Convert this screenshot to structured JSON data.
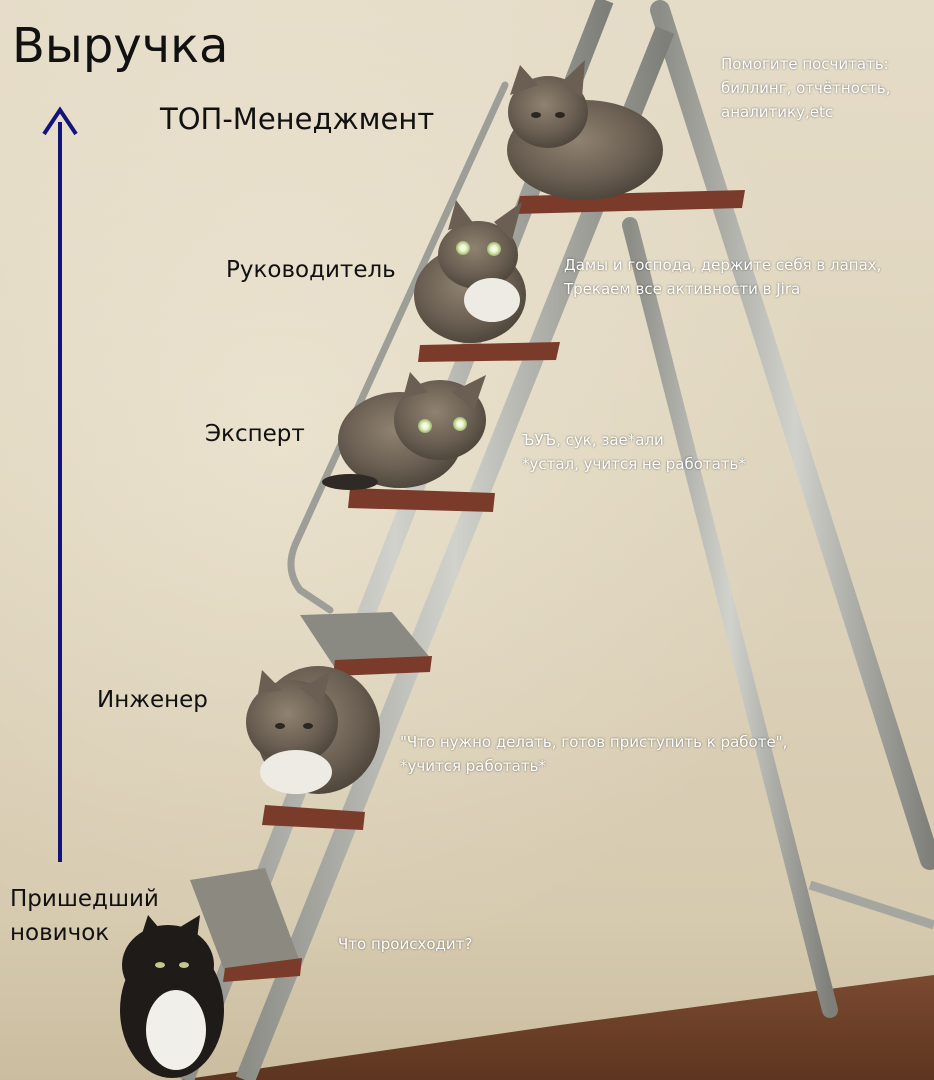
{
  "title": "Выручка",
  "levels": {
    "top": "ТОП-Менеджмент",
    "lead": "Руководитель",
    "expert": "Эксперт",
    "engineer": "Инженер",
    "newbie": [
      "Пришедший",
      "новичок"
    ]
  },
  "quotes": {
    "top": [
      "Помогите посчитать:",
      "биллинг, отчётность,",
      "аналитику,etc"
    ],
    "lead": [
      "Дамы и господа, держите себя в лапах,",
      "Трекаем все активности в Jira"
    ],
    "expert": [
      "ЪУЪ, сук, зае*али",
      "*устал, учится не работать*"
    ],
    "engineer": [
      "\"Что нужно делать, готов приступить к работе\",",
      "*учится работать*"
    ],
    "newbie": [
      "Что происходит?"
    ]
  },
  "colors": {
    "arrow": "#14137a",
    "wall": "#e0d6bf",
    "ladder": "#a9a9a3",
    "step": "#7a3b2a"
  }
}
